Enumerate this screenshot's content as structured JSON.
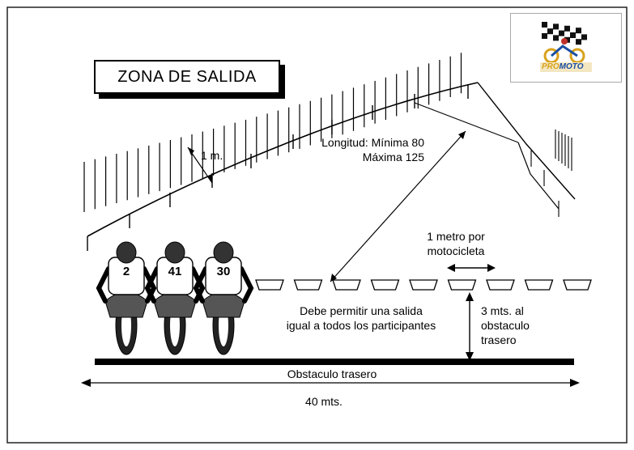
{
  "title": "ZONA DE SALIDA",
  "logo": {
    "text_a": "PRO",
    "text_b": "MOTO"
  },
  "labels": {
    "width_marker": "1 m.",
    "length_line1": "Longitud: Mínima 80",
    "length_line2": "Máxima 125",
    "per_bike_line1": "1 metro por",
    "per_bike_line2": "motocicleta",
    "fairness_line1": "Debe permitir una salida",
    "fairness_line2": "igual a todos los participantes",
    "rear_line1": "3 mts. al",
    "rear_line2": "obstaculo",
    "rear_line3": "trasero",
    "rear_obstacle": "Obstaculo trasero",
    "total_width": "40 mts."
  },
  "riders": [
    {
      "number": "2"
    },
    {
      "number": "41"
    },
    {
      "number": "30"
    }
  ]
}
